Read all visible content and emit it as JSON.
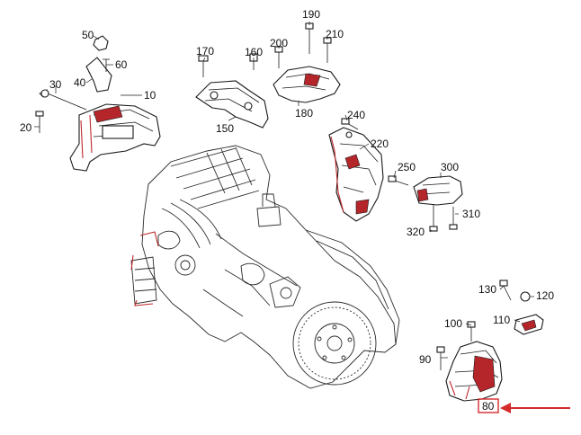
{
  "diagram": {
    "callouts": {
      "c10": "10",
      "c20": "20",
      "c30": "30",
      "c40": "40",
      "c50": "50",
      "c60": "60",
      "c80": "80",
      "c90": "90",
      "c100": "100",
      "c110": "110",
      "c120": "120",
      "c130": "130",
      "c150": "150",
      "c160": "160",
      "c170": "170",
      "c180": "180",
      "c190": "190",
      "c200": "200",
      "c210": "210",
      "c220": "220",
      "c240": "240",
      "c250": "250",
      "c300": "300",
      "c310": "310",
      "c320": "320"
    },
    "highlighted_callout": "80",
    "colors": {
      "highlight": "#d42a2a",
      "part_accent": "#b5262b",
      "line": "#1a1a1a"
    }
  }
}
